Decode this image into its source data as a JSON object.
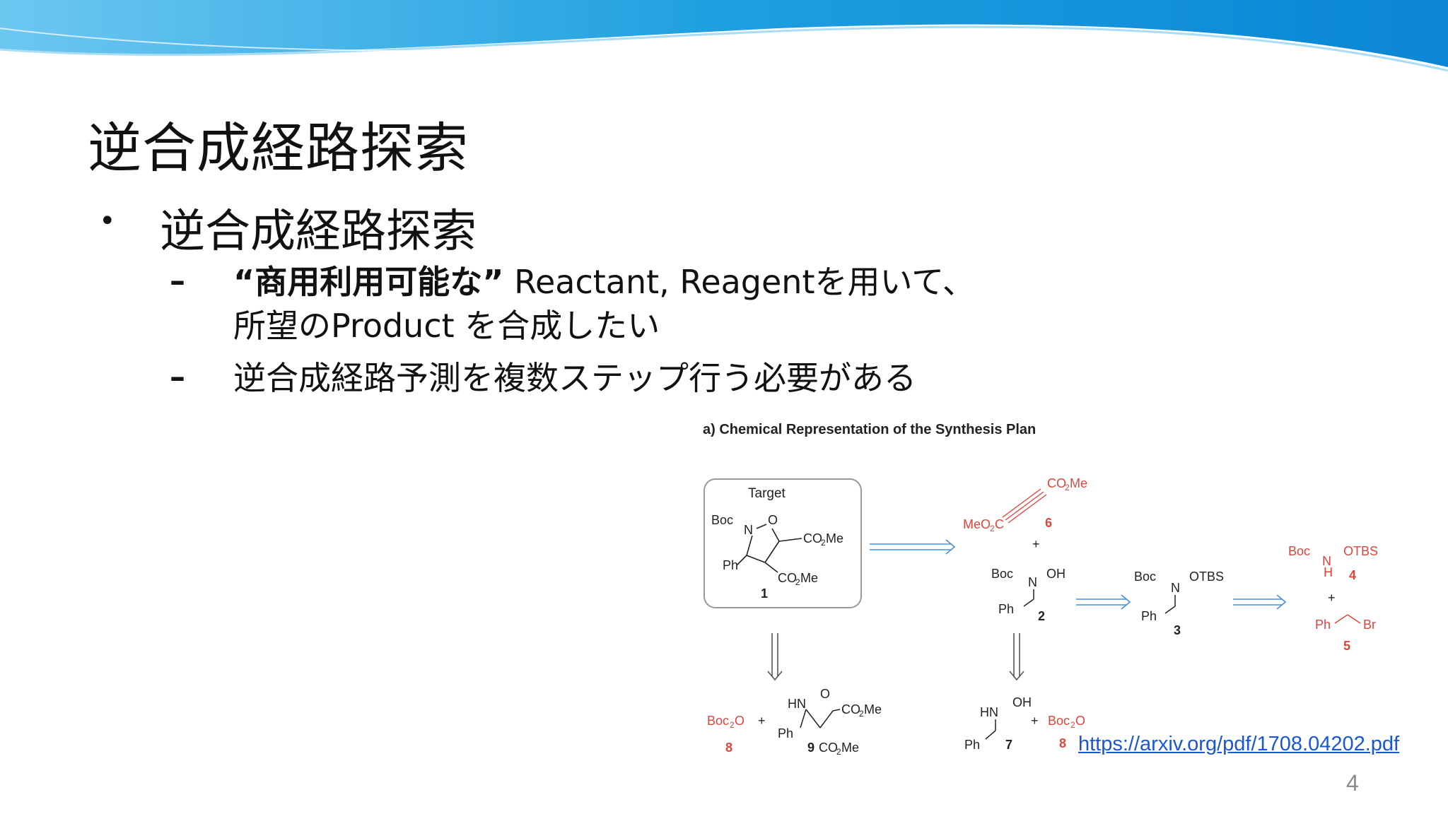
{
  "slide": {
    "title": "逆合成経路探索",
    "bullet": "逆合成経路探索",
    "sub1_bold": "“商用利用可能な”",
    "sub1_rest": " Reactant, Reagentを用いて、",
    "sub1_line2": "所望のProduct を合成したい",
    "sub2": "逆合成経路予測を複数ステップ行う必要がある",
    "link": "https://arxiv.org/pdf/1708.04202.pdf",
    "page_number": "4"
  },
  "figure": {
    "caption": "a) Chemical Representation of the Synthesis Plan",
    "target_label": "Target",
    "labels": {
      "boc": "Boc",
      "o": "O",
      "n": "N",
      "h": "H",
      "ph": "Ph",
      "oh": "OH",
      "otbs": "OTBS",
      "hn": "HN",
      "br": "Br",
      "plus": "+",
      "co2me": "CO",
      "co2me_tail": "Me",
      "meo2c": "MeO",
      "meo2c_tail": "C",
      "boc2o": "Boc",
      "boc2o_tail": "O",
      "sub2": "2"
    },
    "compounds": [
      "1",
      "2",
      "3",
      "4",
      "5",
      "6",
      "7",
      "8",
      "9"
    ],
    "colors": {
      "reactant": "#e0453c",
      "arrow": "#4a90d9",
      "text": "#222222"
    }
  }
}
